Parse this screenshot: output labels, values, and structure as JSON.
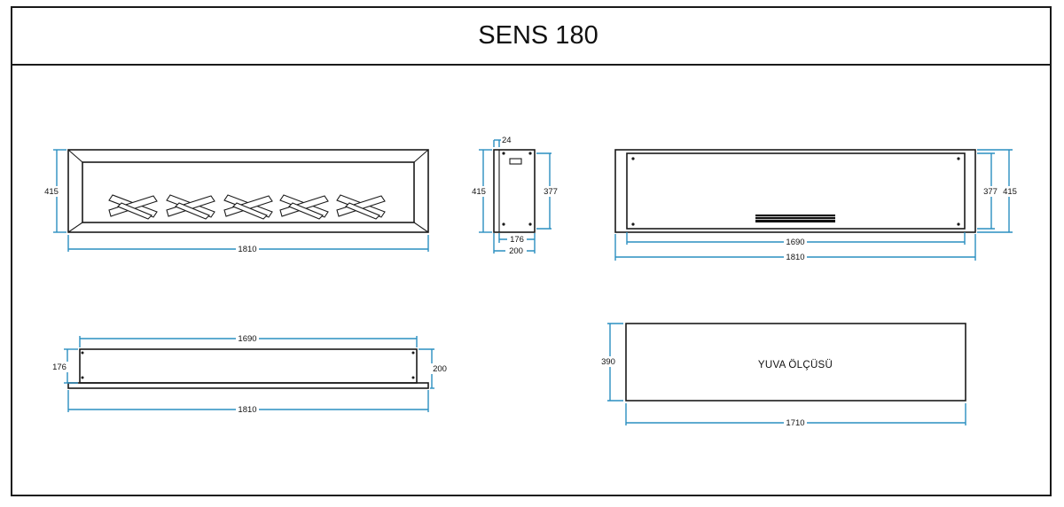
{
  "title": "SENS 180",
  "front_view": {
    "width": "1810",
    "height": "415"
  },
  "side_view": {
    "top_offset": "24",
    "outer_height": "415",
    "inner_height": "377",
    "inner_depth": "176",
    "outer_depth": "200"
  },
  "back_view": {
    "inner_width": "1690",
    "outer_width": "1810",
    "inner_height": "377",
    "outer_height": "415"
  },
  "top_view": {
    "inner_width": "1690",
    "outer_width": "1810",
    "inner_depth": "176",
    "outer_depth": "200"
  },
  "niche_view": {
    "label": "YUVA ÖLÇÜSÜ",
    "width": "1710",
    "height": "390"
  }
}
